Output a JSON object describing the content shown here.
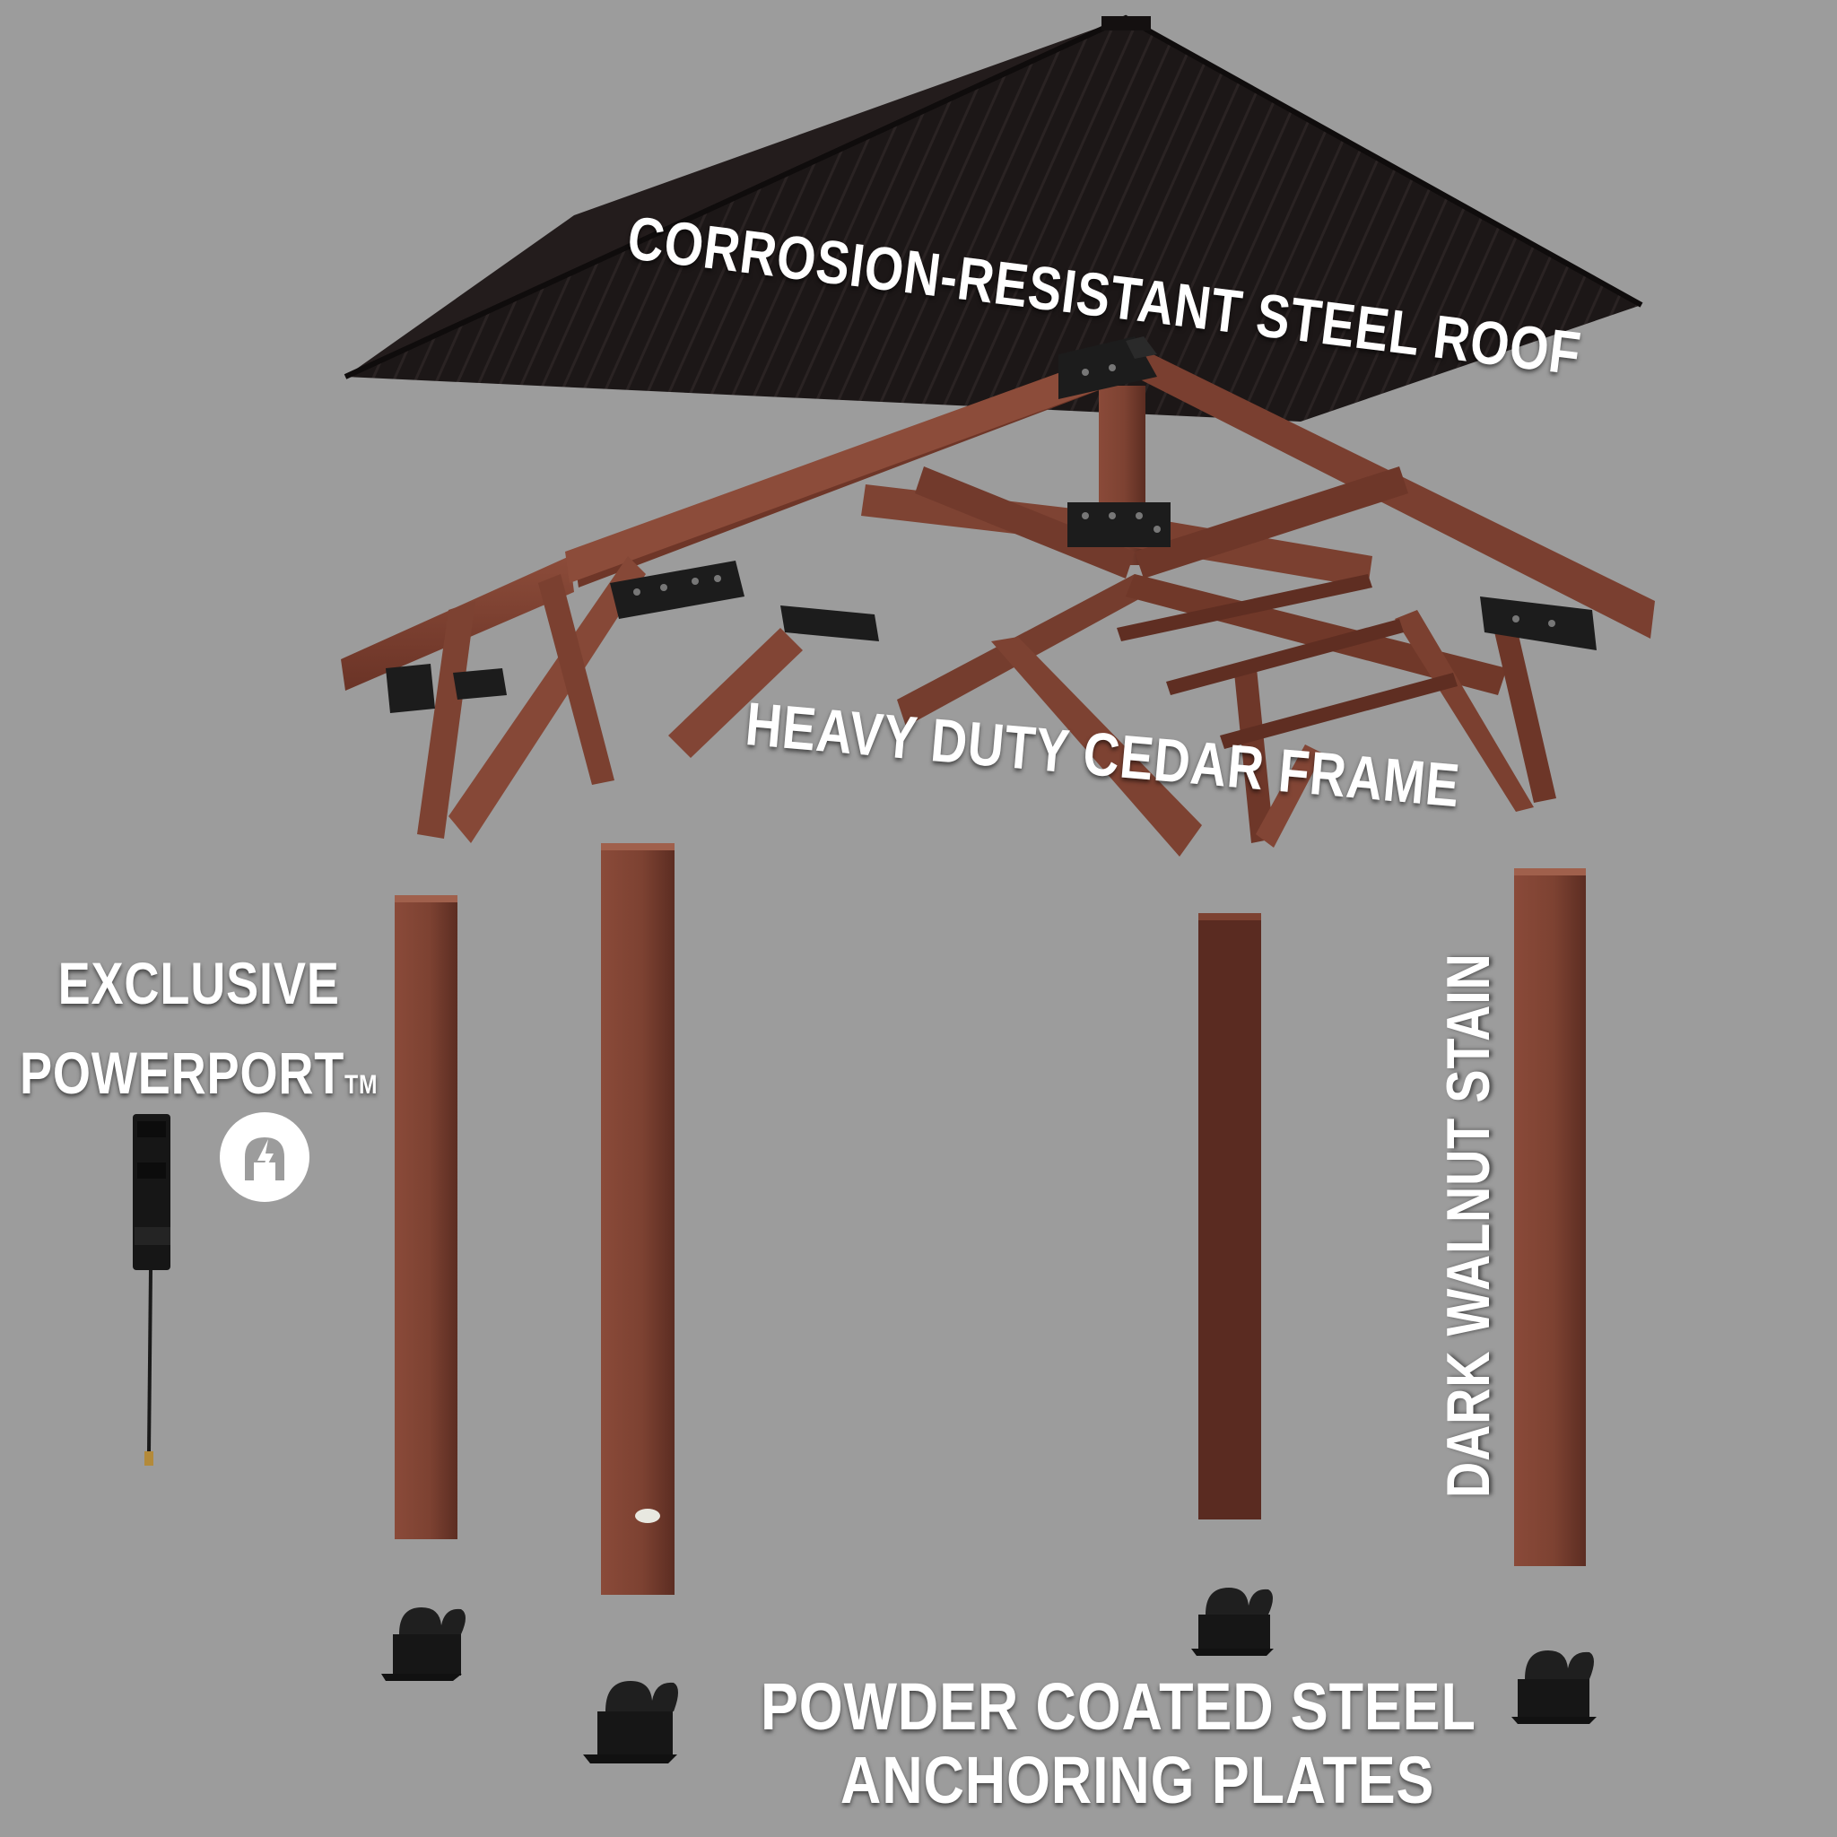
{
  "labels": {
    "roof": "CORROSION-RESISTANT STEEL ROOF",
    "frame": "HEAVY DUTY CEDAR FRAME",
    "stain": "DARK WALNUT STAIN",
    "powerport_line1": "EXCLUSIVE",
    "powerport_line2": "POWERPORT",
    "powerport_tm": "TM",
    "plates_line1": "POWDER COATED STEEL",
    "plates_line2": "ANCHORING PLATES"
  },
  "icons": {
    "power_badge": "plug-lightning-icon"
  },
  "colors": {
    "background": "#9c9c9c",
    "roof": "#1b1616",
    "cedar": "#7a3f30",
    "bracket": "#1a1a1a",
    "label_text": "#ffffff"
  }
}
